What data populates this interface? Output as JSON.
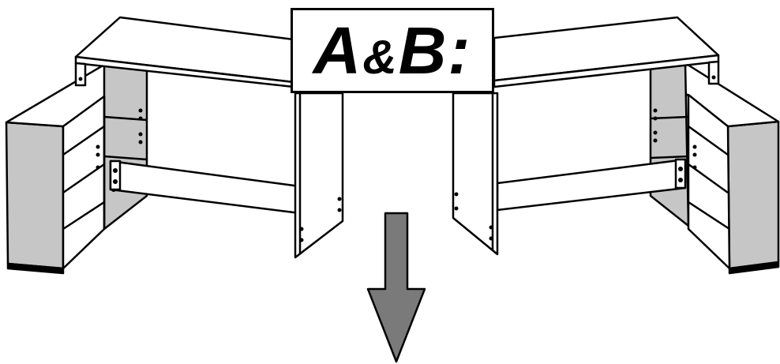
{
  "step_label": {
    "part1": "A",
    "part2": "&",
    "part3": "B:"
  },
  "colors": {
    "line": "#000000",
    "shelf_gray": "#c6c6c6",
    "panel_white": "#ffffff",
    "arrow_fill": "#7a7a7a"
  },
  "arrow": {
    "direction": "down"
  }
}
